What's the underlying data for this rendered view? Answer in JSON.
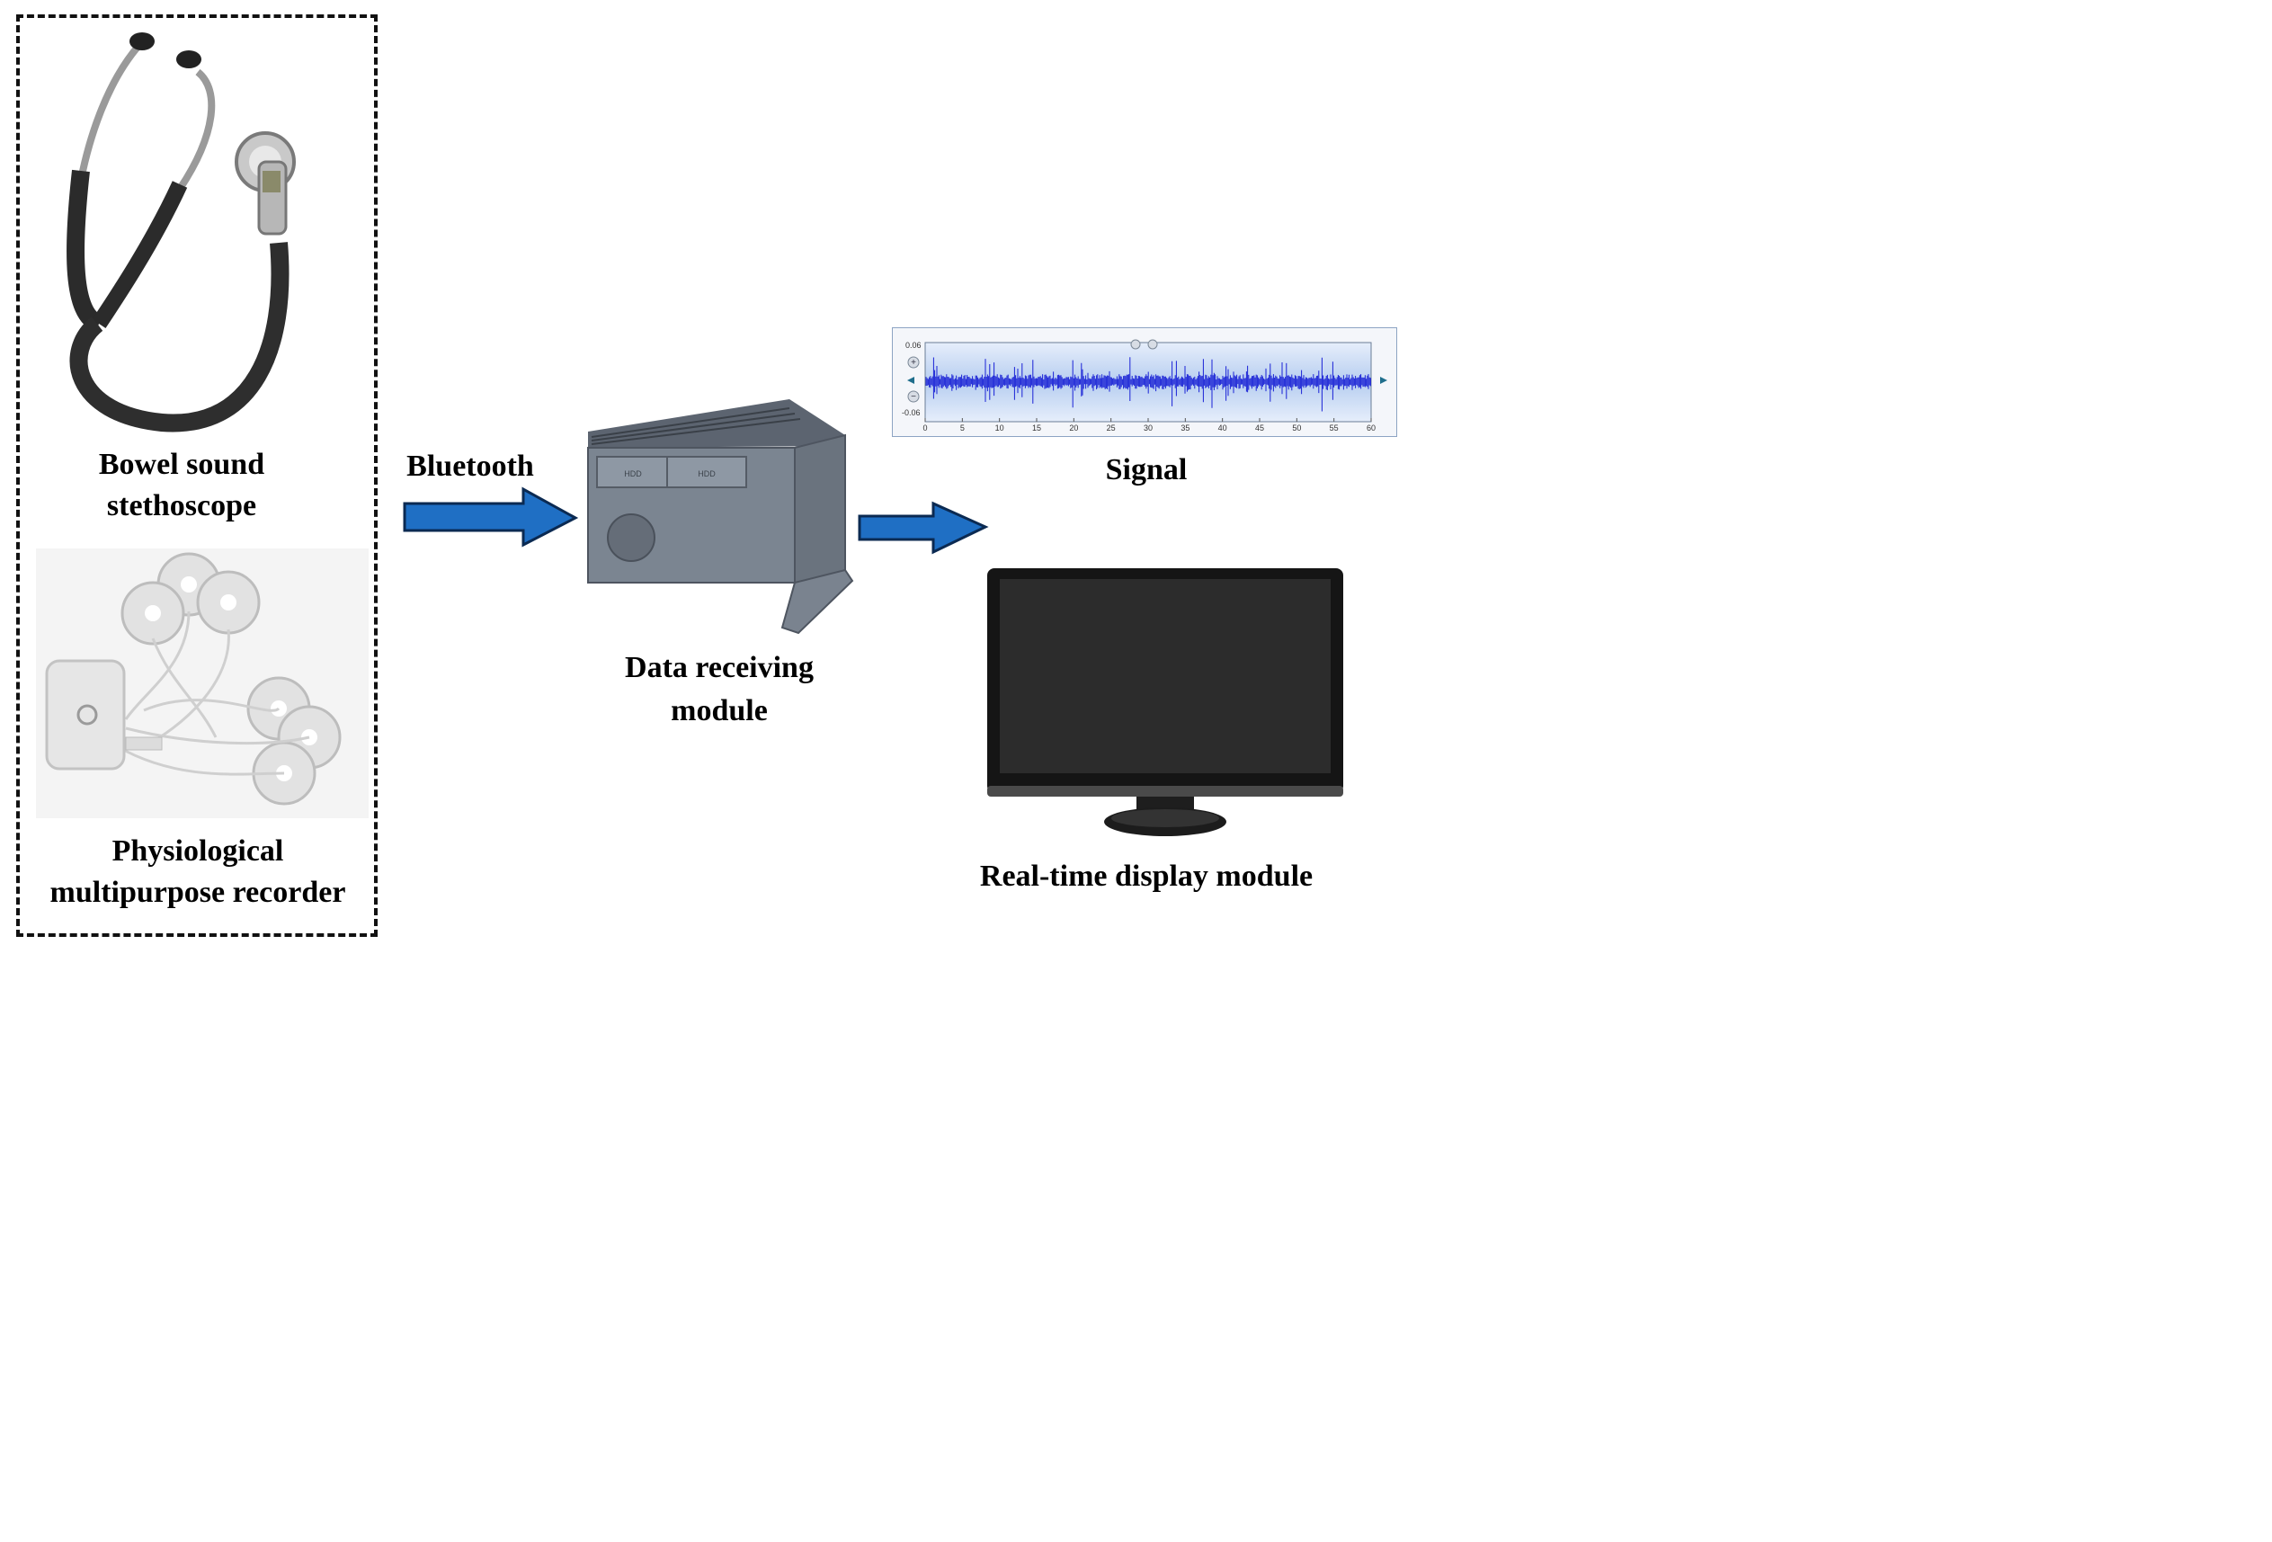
{
  "labels": {
    "stethoscope_line1": "Bowel sound",
    "stethoscope_line2": "stethoscope",
    "recorder_line1": "Physiological",
    "recorder_line2": "multipurpose recorder",
    "bluetooth": "Bluetooth",
    "receiver_line1": "Data receiving",
    "receiver_line2": "module",
    "signal": "Signal",
    "display": "Real-time display module"
  },
  "signal_panel": {
    "y_max": "0.06",
    "y_min": "-0.06",
    "x_ticks": [
      "0",
      "5",
      "10",
      "15",
      "20",
      "25",
      "30",
      "35",
      "40",
      "45",
      "50",
      "55",
      "60"
    ],
    "zoom_in": "+",
    "zoom_out": "−"
  },
  "receiver_device": {
    "bay_label_left": "HDD",
    "bay_label_right": "HDD"
  },
  "colors": {
    "arrow_fill": "#1f6fc4",
    "waveform": "#1a22d6",
    "panel_bg": "#c9dcf5"
  }
}
